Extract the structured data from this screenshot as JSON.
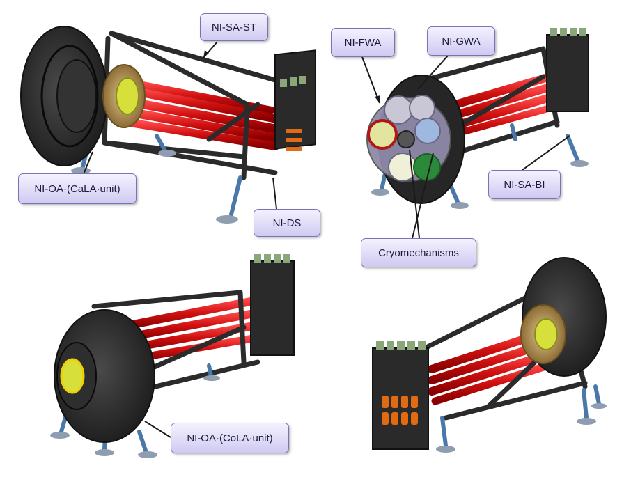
{
  "labels": {
    "sa_st": "NI-SA-ST",
    "fwa": "NI-FWA",
    "gwa": "NI-GWA",
    "oa_cala": "NI-OA·(CaLA·unit)",
    "sa_bi": "NI-SA-BI",
    "ds": "NI-DS",
    "cryo": "Cryomechanisms",
    "oa_cola": "NI-OA·(CoLA·unit)"
  },
  "colors": {
    "structure": "#2b2b2b",
    "struts": "#cc1a1a",
    "legs": "#4a78a8",
    "flange": "#b9965a",
    "label_bg": "#d9d5f5",
    "label_border": "#7a73b8"
  }
}
